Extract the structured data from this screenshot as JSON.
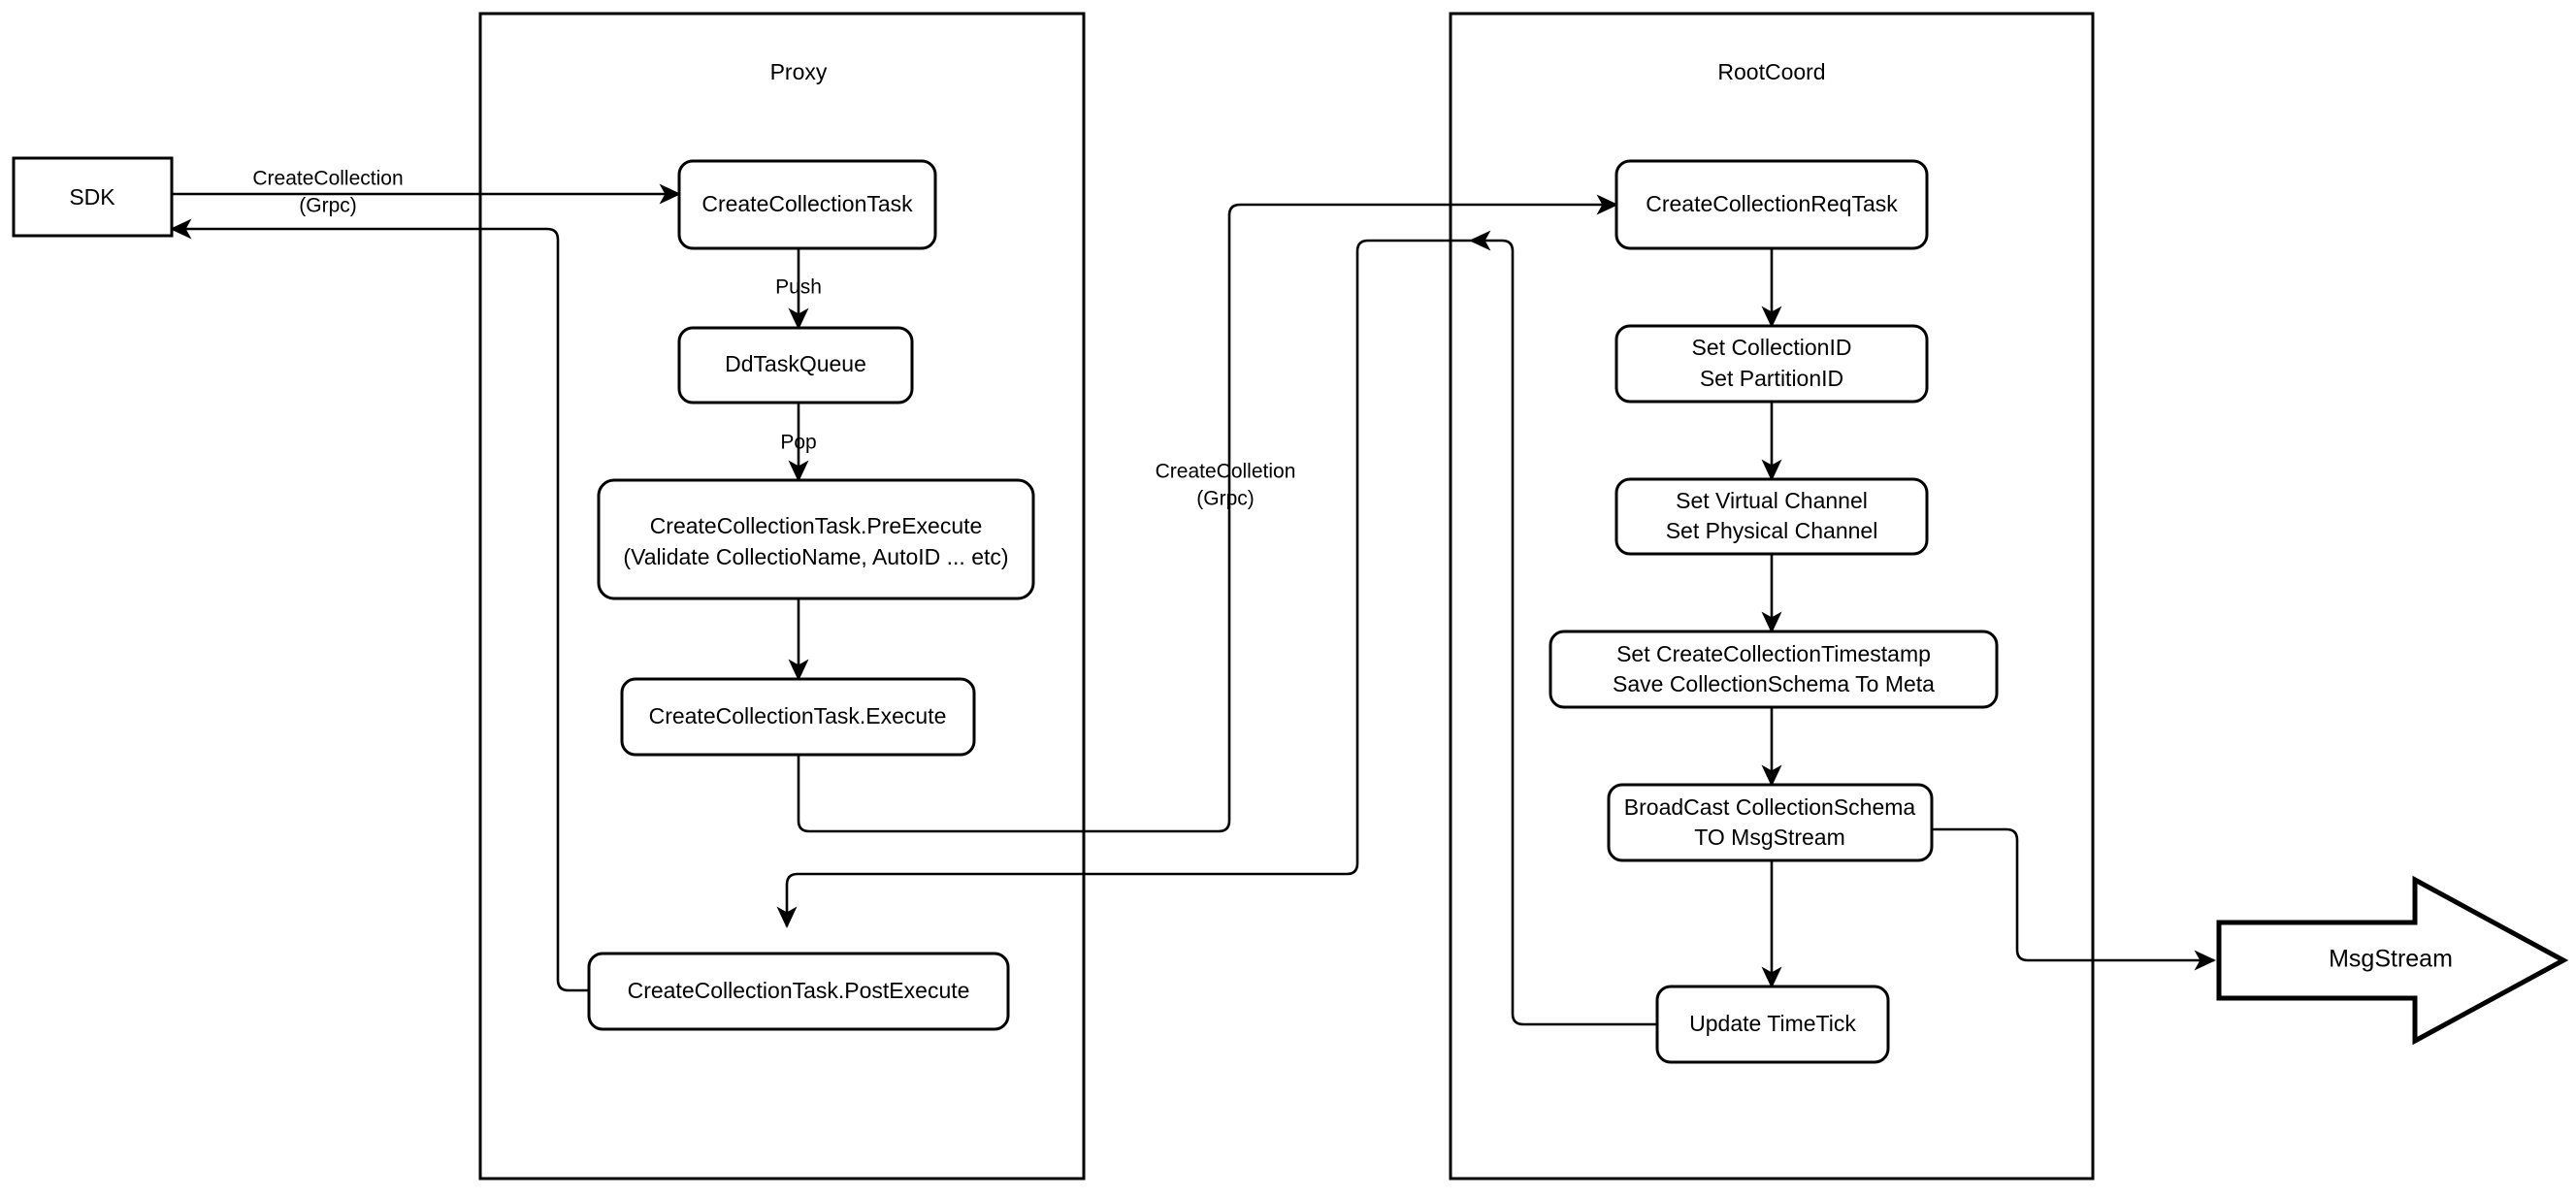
{
  "diagram": {
    "title": "CreateCollection flow",
    "colors": {
      "stroke": "#000000",
      "fill": "#ffffff",
      "text": "#000000"
    },
    "lanes": [
      {
        "id": "proxy",
        "label": "Proxy"
      },
      {
        "id": "rootcoord",
        "label": "RootCoord"
      }
    ],
    "external": [
      {
        "id": "sdk",
        "label": "SDK",
        "shape": "rectangle"
      },
      {
        "id": "msgstream",
        "label": "MsgStream",
        "shape": "block-arrow"
      }
    ],
    "proxy_nodes": [
      {
        "id": "createCollectionTask",
        "label": "CreateCollectionTask"
      },
      {
        "id": "ddTaskQueue",
        "label": "DdTaskQueue"
      },
      {
        "id": "preExecute",
        "line1": "CreateCollectionTask.PreExecute",
        "line2": "(Validate CollectioName, AutoID ... etc)"
      },
      {
        "id": "execute",
        "label": "CreateCollectionTask.Execute"
      },
      {
        "id": "postExecute",
        "label": "CreateCollectionTask.PostExecute"
      }
    ],
    "rootcoord_nodes": [
      {
        "id": "createCollectionReqTask",
        "label": "CreateCollectionReqTask"
      },
      {
        "id": "setIds",
        "line1": "Set CollectionID",
        "line2": "Set PartitionID"
      },
      {
        "id": "setChannels",
        "line1": "Set Virtual Channel",
        "line2": "Set Physical Channel"
      },
      {
        "id": "setTimestamp",
        "line1": "Set CreateCollectionTimestamp",
        "line2": "Save CollectionSchema To Meta"
      },
      {
        "id": "broadcast",
        "line1": "BroadCast CollectionSchema",
        "line2": "TO MsgStream"
      },
      {
        "id": "updateTimeTick",
        "label": "Update TimeTick"
      }
    ],
    "edge_labels": [
      {
        "id": "sdk-to-proxy",
        "line1": "CreateCollection",
        "line2": "(Grpc)"
      },
      {
        "id": "push",
        "label": "Push"
      },
      {
        "id": "pop",
        "label": "Pop"
      },
      {
        "id": "proxy-to-rootcoord",
        "line1": "CreateColletion",
        "line2": "(Grpc)"
      }
    ]
  }
}
